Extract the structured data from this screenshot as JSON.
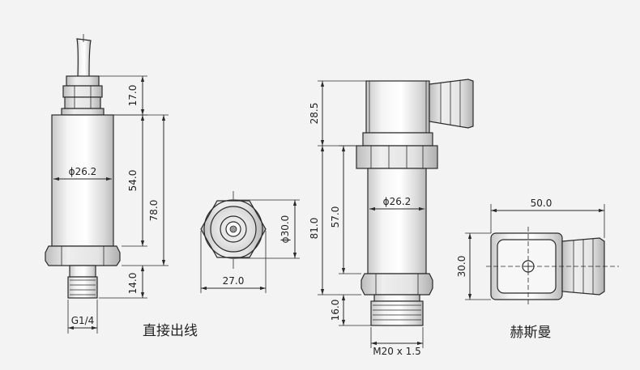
{
  "left_view": {
    "diameter_label": "ϕ26.2",
    "dim_top": "17.0",
    "dim_body": "54.0",
    "dim_total": "78.0",
    "dim_thread_len": "14.0",
    "thread_label": "G1/4",
    "caption": "直接出线"
  },
  "hex_view": {
    "dim_diameter": "ϕ30.0",
    "dim_width": "27.0"
  },
  "right_view": {
    "dim_top": "28.5",
    "dim_body": "57.0",
    "dim_total": "81.0",
    "dim_thread_len": "16.0",
    "diameter_label": "ϕ26.2",
    "thread_label": "M20 x 1.5"
  },
  "connector_view": {
    "dim_width": "50.0",
    "dim_height": "30.0",
    "caption": "赫斯曼"
  }
}
